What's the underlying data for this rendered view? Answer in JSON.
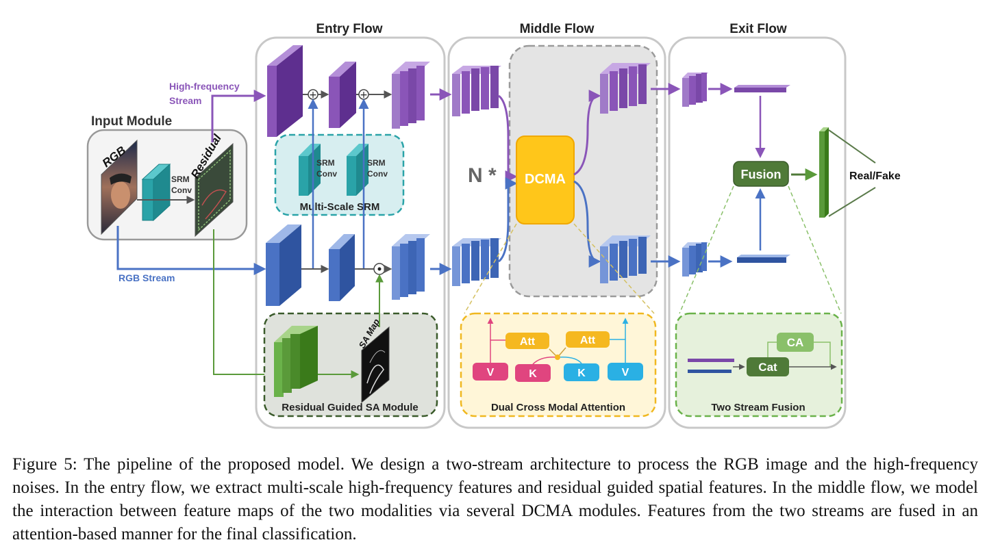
{
  "flows": {
    "entry": "Entry Flow",
    "middle": "Middle Flow",
    "exit": "Exit Flow"
  },
  "input_module": {
    "title": "Input Module",
    "rgb_label": "RGB",
    "residual_label": "Residual",
    "srm_conv_line1": "SRM",
    "srm_conv_line2": "Conv"
  },
  "streams": {
    "high_freq_line1": "High-frequency",
    "high_freq_line2": "Stream",
    "rgb": "RGB Stream"
  },
  "multi_scale_srm": {
    "title": "Multi-Scale SRM",
    "conv1_line1": "SRM",
    "conv1_line2": "Conv",
    "conv2_line1": "SRM",
    "conv2_line2": "Conv"
  },
  "sa_module": {
    "title": "Residual Guided SA Module",
    "map_label": "SA Map"
  },
  "middle": {
    "repeat": "N *",
    "dcma": "DCMA"
  },
  "dcma_detail": {
    "title": "Dual Cross Modal Attention",
    "att1": "Att",
    "att2": "Att",
    "v1": "V",
    "k1": "K",
    "k2": "K",
    "v2": "V"
  },
  "exit": {
    "fusion": "Fusion",
    "output": "Real/Fake"
  },
  "fusion_detail": {
    "title": "Two Stream Fusion",
    "ca": "CA",
    "cat": "Cat"
  },
  "caption": "Figure 5: The pipeline of the proposed model. We design a two-stream architecture to process the RGB image and the high-frequency noises. In the entry flow, we extract multi-scale high-frequency features and residual guided spatial features. In the middle flow, we model the interaction between feature maps of the two modalities via several DCMA modules. Features from the two streams are fused in an attention-based manner for the final classification.",
  "colors": {
    "purple": "#8a55b8",
    "blue": "#4a72c4",
    "teal": "#2aa3a8",
    "green": "#5a9a3a",
    "dcma": "#ffc61a",
    "fusion": "#4f7a38",
    "att": "#f5b820",
    "vk_pink": "#e0457f",
    "vk_blue": "#2ab0e4"
  }
}
